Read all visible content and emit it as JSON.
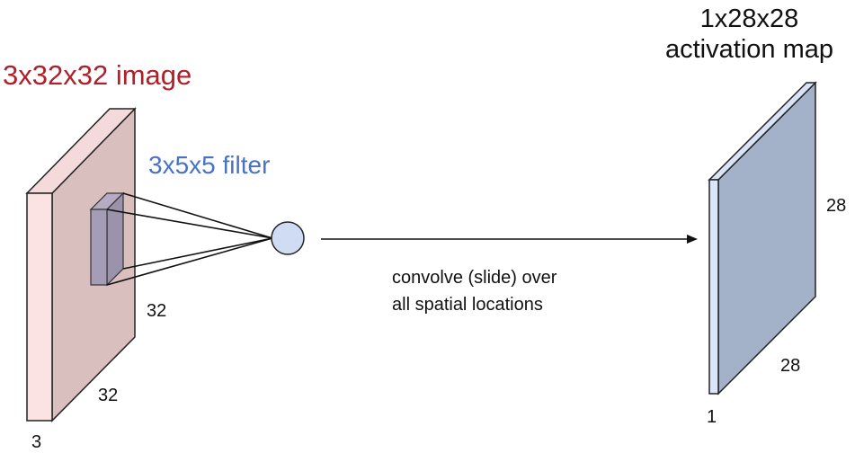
{
  "input": {
    "label": "3x32x32 image",
    "height_label": "32",
    "width_label": "32",
    "depth_label": "3",
    "color": "#b0202a"
  },
  "filter": {
    "label": "3x5x5 filter",
    "color": "#4a72c4"
  },
  "operation": {
    "line1": "convolve (slide) over",
    "line2": "all spatial locations"
  },
  "output": {
    "label_line1": "1x28x28",
    "label_line2": "activation map",
    "height_label": "28",
    "width_label": "28",
    "depth_label": "1"
  }
}
